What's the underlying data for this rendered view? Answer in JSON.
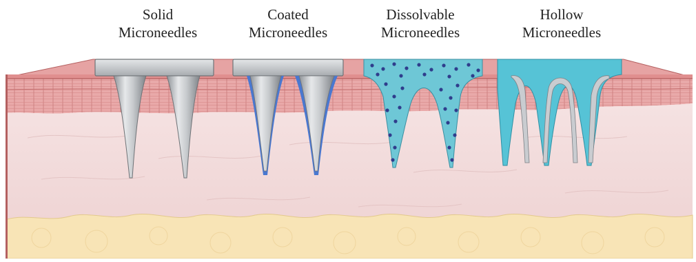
{
  "labels": {
    "solid": {
      "line1": "Solid",
      "line2": "Microneedles"
    },
    "coated": {
      "line1": "Coated",
      "line2": "Microneedles"
    },
    "dissolvable": {
      "line1": "Dissolvable",
      "line2": "Microneedles"
    },
    "hollow": {
      "line1": "Hollow",
      "line2": "Microneedles"
    }
  },
  "colors": {
    "skin_surface": "#e8a6a6",
    "epidermis": "#e7a3a3",
    "dermis": "#f3dede",
    "fat": "#f9e7bb",
    "needle_grey": "#bfc2c6",
    "coating_blue": "#4a78d0",
    "dissolvable_blue": "#6ec7d6",
    "drug_particles": "#2f3d8c",
    "hollow_fluid": "#56c3d6"
  }
}
